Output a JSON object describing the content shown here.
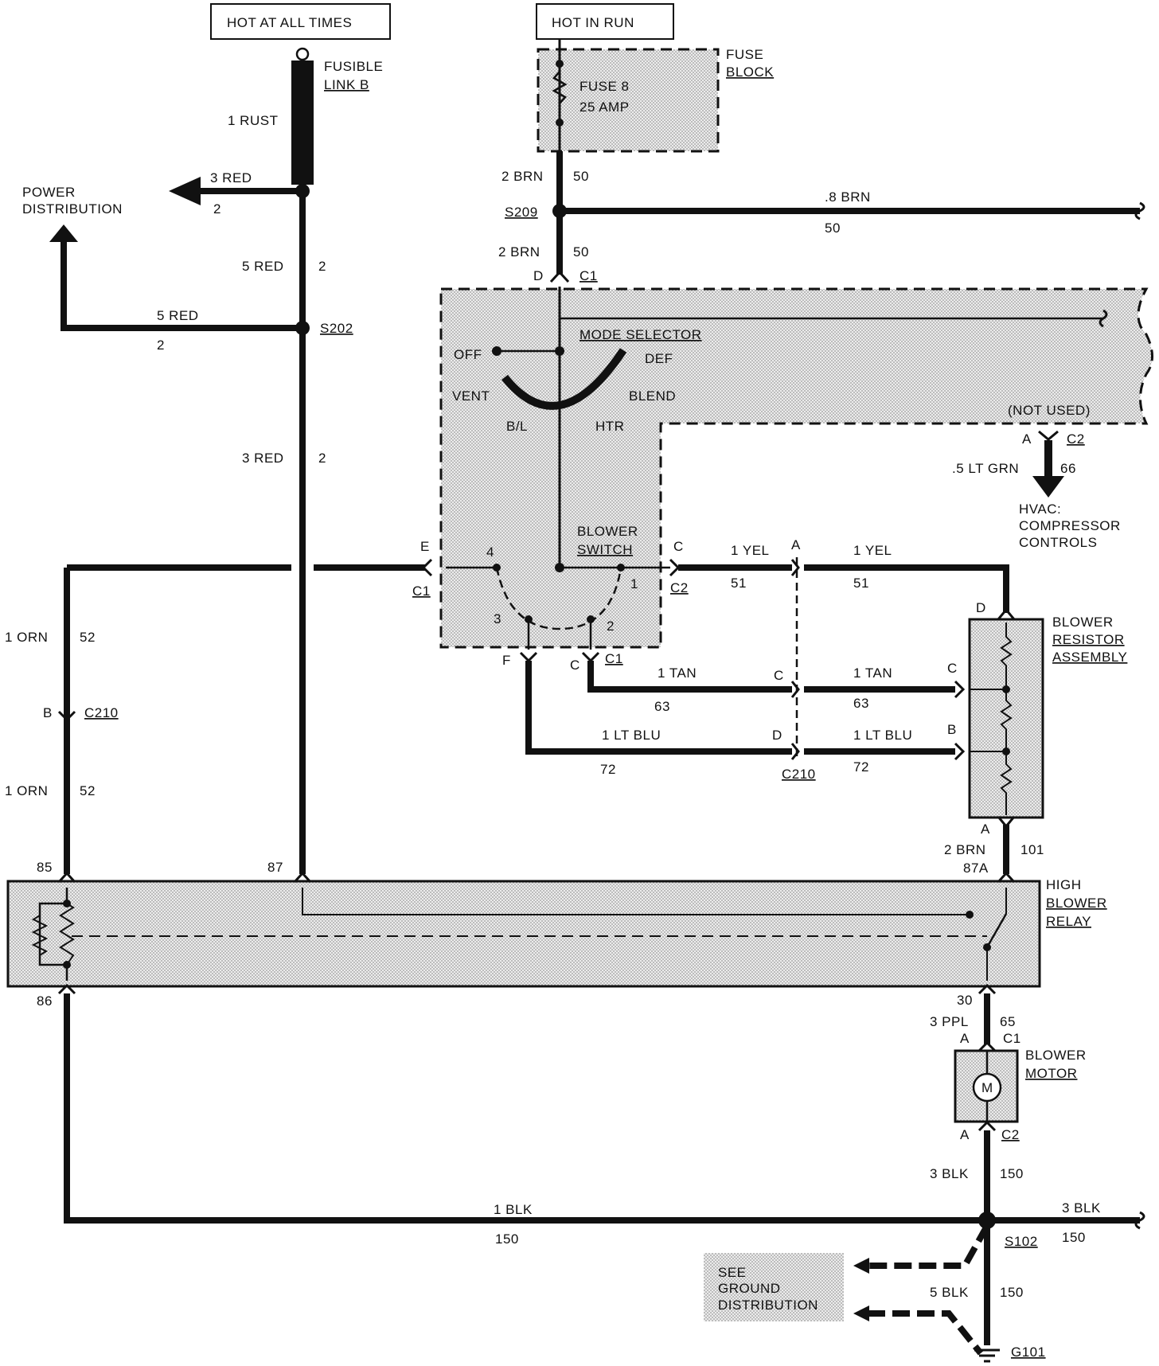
{
  "colors": {
    "ink": "#111111",
    "shade": "#dcdcdc"
  },
  "headers": {
    "hot_all": "HOT AT ALL TIMES",
    "hot_run": "HOT IN RUN"
  },
  "fusible": {
    "l1": "FUSIBLE",
    "l2": "LINK B",
    "wire": "1 RUST"
  },
  "fuse": {
    "name": "FUSE 8",
    "rating": "25 AMP",
    "block1": "FUSE",
    "block2": "BLOCK"
  },
  "power_dist": {
    "l1": "POWER",
    "l2": "DISTRIBUTION",
    "w1": "3 RED",
    "c1": "2",
    "w2": "5 RED",
    "c2": "2"
  },
  "left_col": {
    "w1": "5 RED",
    "c1": "2",
    "splice": "S202",
    "w2": "3 RED",
    "c2": "2"
  },
  "top_feed": {
    "w1": "2 BRN",
    "c1": "50",
    "splice": "S209",
    "w2": "2 BRN",
    "c2": "50",
    "branch": ".8 BRN",
    "branch_c": "50",
    "pin": "D",
    "conn": "C1"
  },
  "mode": {
    "title": "MODE SELECTOR",
    "off": "OFF",
    "def": "DEF",
    "vent": "VENT",
    "blend": "BLEND",
    "bl": "B/L",
    "htr": "HTR",
    "not_used": "(NOT USED)"
  },
  "hvac": {
    "pin": "A",
    "conn": "C2",
    "wire": ".5 LT GRN",
    "circuit": "66",
    "l1": "HVAC:",
    "l2": "COMPRESSOR",
    "l3": "CONTROLS"
  },
  "blower_switch": {
    "l1": "BLOWER",
    "l2": "SWITCH",
    "e": "E",
    "c1a": "C1",
    "c": "C",
    "c2": "C2",
    "n4": "4",
    "n1": "1",
    "n3": "3",
    "n2": "2",
    "f": "F",
    "cpin": "C",
    "c1b": "C1"
  },
  "yel": {
    "w1": "1 YEL",
    "c1": "51",
    "pin": "A",
    "w2": "1 YEL",
    "c2": "51"
  },
  "tan": {
    "w1": "1 TAN",
    "c1": "63",
    "pin": "C",
    "w2": "1 TAN",
    "c2": "63"
  },
  "ltblu": {
    "w1": "1 LT BLU",
    "c1": "72",
    "pin": "D",
    "w2": "1 LT BLU",
    "c2": "72",
    "conn": "C210"
  },
  "resistor": {
    "l1": "BLOWER",
    "l2": "RESISTOR",
    "l3": "ASSEMBLY",
    "d": "D",
    "c": "C",
    "b": "B",
    "a": "A"
  },
  "orn": {
    "w1": "1 ORN",
    "c1": "52",
    "pin": "B",
    "conn": "C210",
    "w2": "1 ORN",
    "c2": "52"
  },
  "relay": {
    "l1": "HIGH",
    "l2": "BLOWER",
    "l3": "RELAY",
    "p85": "85",
    "p87": "87",
    "p87a": "87A",
    "p86": "86",
    "p30": "30",
    "brn": "2 BRN",
    "brn_c": "101"
  },
  "motor": {
    "wire": "3 PPL",
    "circuit": "65",
    "pin_a": "A",
    "conn1": "C1",
    "l1": "BLOWER",
    "l2": "MOTOR",
    "m": "M",
    "pin_b": "A",
    "conn2": "C2",
    "blk": "3 BLK",
    "blk_c": "150"
  },
  "ground": {
    "w1": "1 BLK",
    "c1": "150",
    "w2": "3 BLK",
    "c2": "150",
    "splice": "S102",
    "see1": "SEE",
    "see2": "GROUND",
    "see3": "DISTRIBUTION",
    "w3": "5 BLK",
    "c3": "150",
    "g": "G101"
  }
}
